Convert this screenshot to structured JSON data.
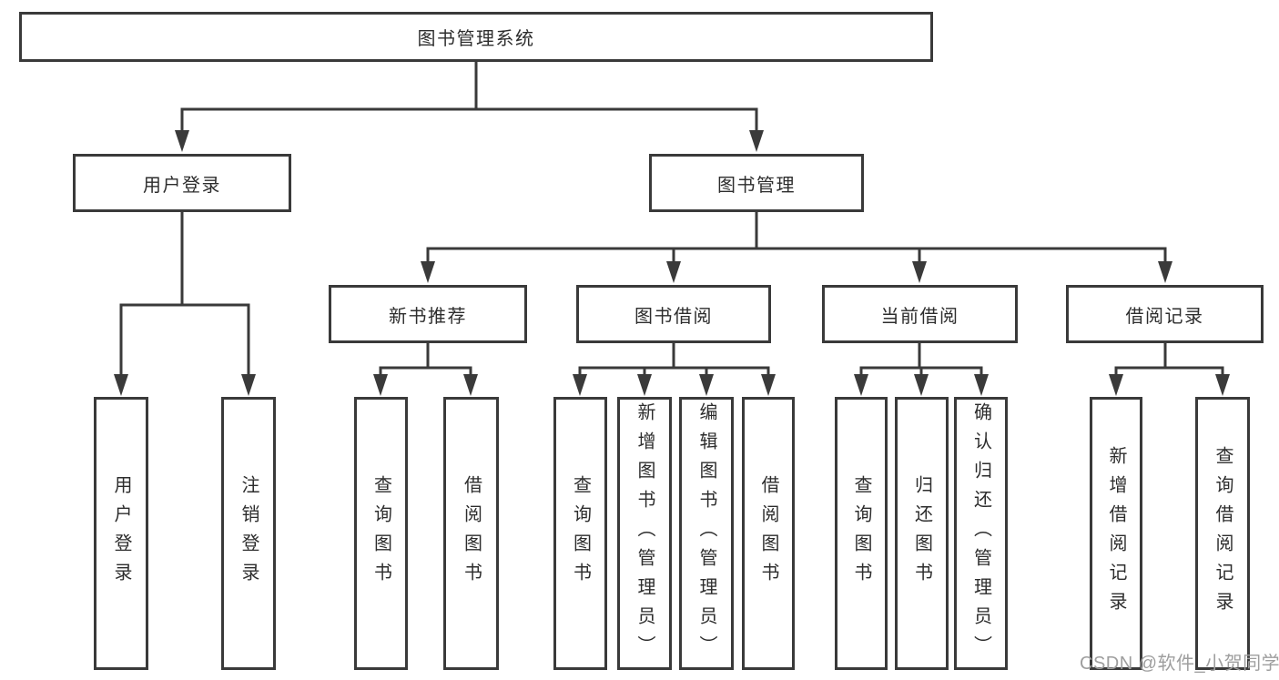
{
  "diagram": {
    "title": "图书管理系统",
    "root": {
      "label": "图书管理系统"
    },
    "branches": [
      {
        "label": "用户登录",
        "children": [
          {
            "label": "用户登录"
          },
          {
            "label": "注销登录"
          }
        ]
      },
      {
        "label": "图书管理",
        "children": [
          {
            "label": "新书推荐",
            "children": [
              {
                "label": "查询图书"
              },
              {
                "label": "借阅图书"
              }
            ]
          },
          {
            "label": "图书借阅",
            "children": [
              {
                "label": "查询图书"
              },
              {
                "label": "新增图书（管理员）"
              },
              {
                "label": "编辑图书（管理员）"
              },
              {
                "label": "借阅图书"
              }
            ]
          },
          {
            "label": "当前借阅",
            "children": [
              {
                "label": "查询图书"
              },
              {
                "label": "归还图书"
              },
              {
                "label": "确认归还（管理员）"
              }
            ]
          },
          {
            "label": "借阅记录",
            "children": [
              {
                "label": "新增借阅记录"
              },
              {
                "label": "查询借阅记录"
              }
            ]
          }
        ]
      }
    ]
  },
  "watermark": {
    "label": "CSDN @软件_小贺同学"
  },
  "colors": {
    "line": "#3a3a3a",
    "text": "#2d2d2d",
    "background": "#ffffff",
    "watermark": "#9e9e9e"
  }
}
